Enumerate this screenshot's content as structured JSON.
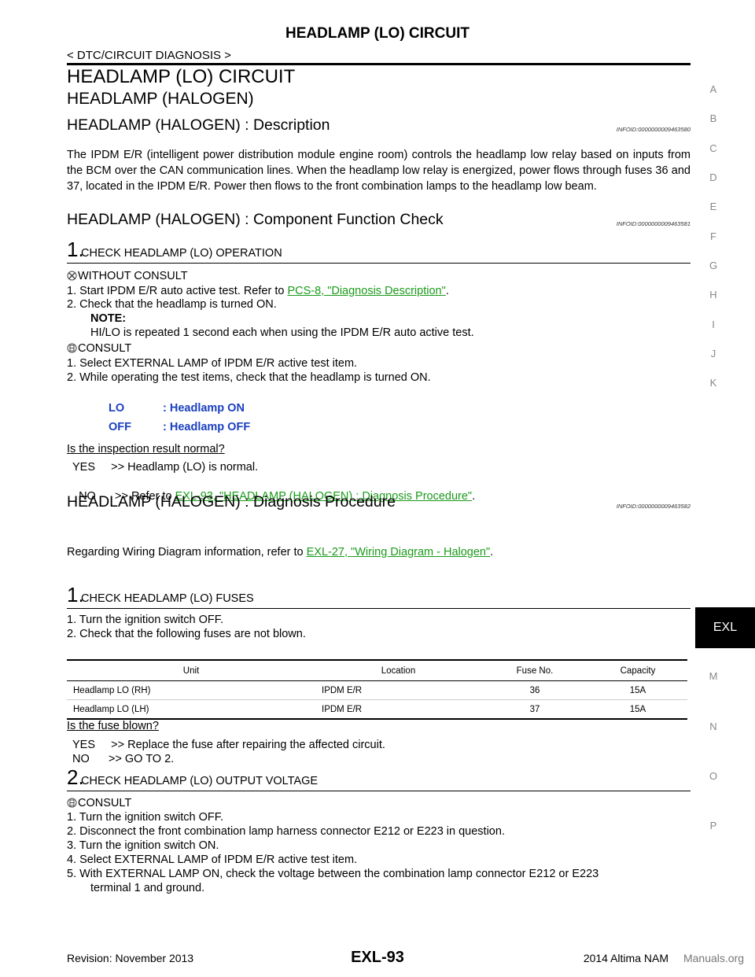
{
  "header": {
    "title": "HEADLAMP (LO) CIRCUIT",
    "subtitle": "< DTC/CIRCUIT DIAGNOSIS >"
  },
  "section_title": "HEADLAMP (LO) CIRCUIT",
  "subsection_title": "HEADLAMP (HALOGEN)",
  "description": {
    "title": "HEADLAMP (HALOGEN) : Description",
    "infoid": "INFOID:0000000009463580",
    "body": "The IPDM E/R (intelligent power distribution module engine room) controls the headlamp low relay based on inputs from the BCM over the CAN communication lines. When the headlamp low relay is energized, power flows through fuses 36 and 37, located in the IPDM E/R. Power then flows to the front combination lamps to the headlamp low beam."
  },
  "function_check": {
    "title": "HEADLAMP (HALOGEN) : Component Function Check",
    "infoid": "INFOID:0000000009463581",
    "step1_num": "1.",
    "step1_title": "CHECK HEADLAMP (LO) OPERATION",
    "without_consult": "WITHOUT CONSULT",
    "wc_1_pre": "1. Start IPDM E/R auto active test. Refer to ",
    "wc_1_link": "PCS-8, \"Diagnosis Description\"",
    "wc_1_post": ".",
    "wc_2": "2. Check that the headlamp is turned ON.",
    "note_label": "NOTE:",
    "note_text": "HI/LO is repeated 1 second each when using the IPDM E/R auto active test.",
    "consult": "CONSULT",
    "c_1": "1. Select EXTERNAL LAMP of IPDM E/R active test item.",
    "c_2": "2. While operating the test items, check that the headlamp is turned ON.",
    "lo_label": "LO",
    "lo_value": ": Headlamp ON",
    "off_label": "OFF",
    "off_value": ": Headlamp OFF",
    "question": "Is the inspection result normal?",
    "yes": "YES     >> Headlamp (LO) is normal.",
    "no_pre": "NO      >> Refer to ",
    "no_link": "EXL-93, \"HEADLAMP (HALOGEN) : Diagnosis Procedure\"",
    "no_post": "."
  },
  "diag_procedure": {
    "title": "HEADLAMP (HALOGEN) : Diagnosis Procedure",
    "infoid": "INFOID:0000000009463582",
    "wiring_pre": "Regarding Wiring Diagram information, refer to ",
    "wiring_link": "EXL-27, \"Wiring Diagram - Halogen\"",
    "wiring_post": ".",
    "step1_num": "1.",
    "step1_title": "CHECK HEADLAMP (LO) FUSES",
    "s1_1": "1. Turn the ignition switch OFF.",
    "s1_2": "2. Check that the following fuses are not blown.",
    "table": {
      "headers": [
        "Unit",
        "Location",
        "Fuse No.",
        "Capacity"
      ],
      "rows": [
        [
          "Headlamp LO (RH)",
          "IPDM  E/R",
          "36",
          "15A"
        ],
        [
          "Headlamp LO (LH)",
          "IPDM  E/R",
          "37",
          "15A"
        ]
      ]
    },
    "question": "Is the fuse blown?",
    "yes": "YES     >> Replace the fuse after repairing the affected circuit.",
    "no": "NO      >> GO TO 2.",
    "step2_num": "2.",
    "step2_title": "CHECK HEADLAMP (LO) OUTPUT VOLTAGE",
    "consult": "CONSULT",
    "s2_1": "1. Turn the ignition switch OFF.",
    "s2_2": "2. Disconnect the front combination lamp harness connector E212 or E223 in question.",
    "s2_3": "3. Turn the ignition switch ON.",
    "s2_4": "4. Select EXTERNAL LAMP of IPDM E/R active test item.",
    "s2_5a": "5. With EXTERNAL LAMP ON, check the voltage between the combination lamp connector E212 or E223",
    "s2_5b": "terminal 1 and ground."
  },
  "side_index": [
    "A",
    "B",
    "C",
    "D",
    "E",
    "F",
    "G",
    "H",
    "I",
    "J",
    "K",
    "EXL",
    "M",
    "N",
    "O",
    "P"
  ],
  "footer": {
    "revision": "Revision: November 2013",
    "page": "EXL-93",
    "model": "2014 Altima NAM",
    "watermark": "Manuals.org"
  }
}
